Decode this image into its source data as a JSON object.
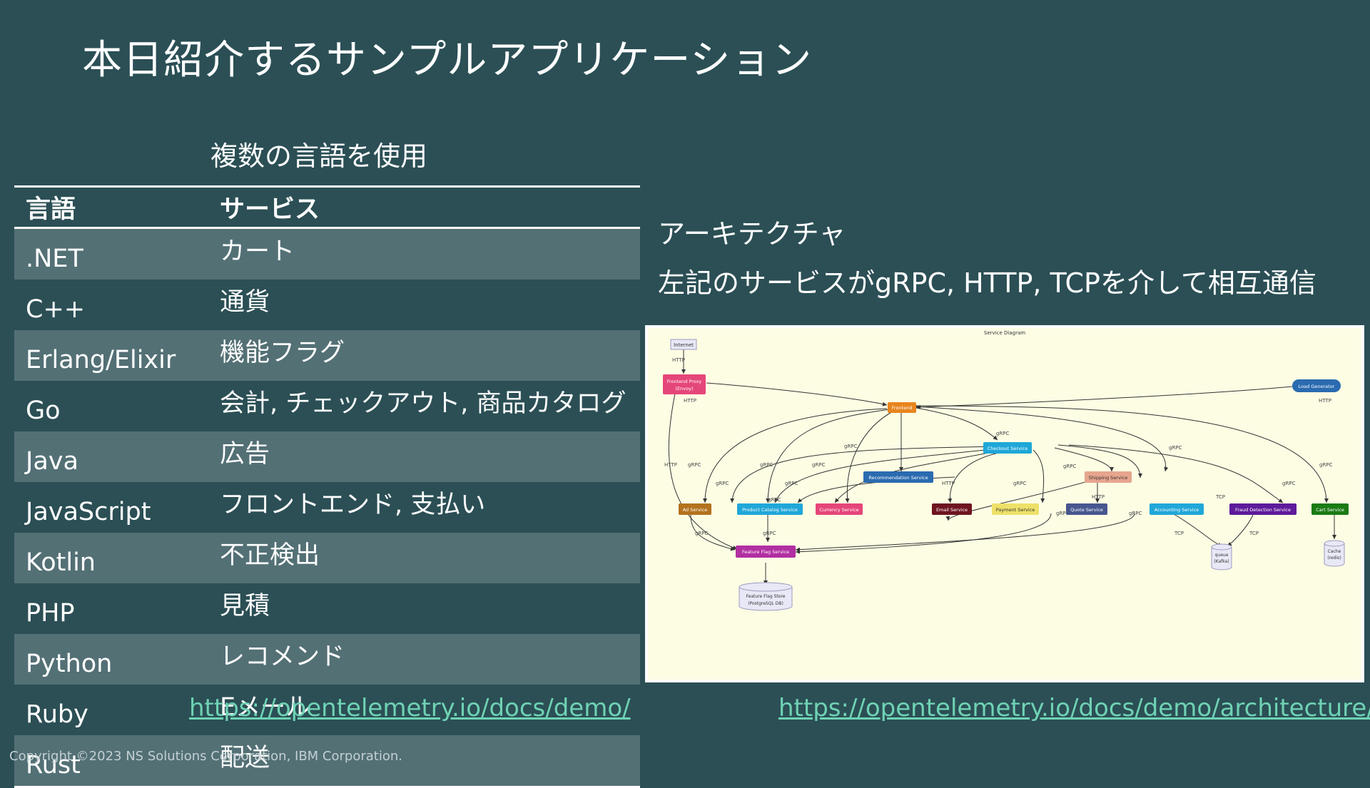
{
  "slide": {
    "title": "本日紹介するサンプルアプリケーション",
    "subtitle": "複数の言語を使用"
  },
  "table": {
    "headers": {
      "language": "言語",
      "service": "サービス"
    },
    "rows": [
      {
        "language": ".NET",
        "service": "カート"
      },
      {
        "language": "C++",
        "service": "通貨"
      },
      {
        "language": "Erlang/Elixir",
        "service": "機能フラグ"
      },
      {
        "language": "Go",
        "service": "会計, チェックアウト, 商品カタログ"
      },
      {
        "language": "Java",
        "service": "広告"
      },
      {
        "language": "JavaScript",
        "service": "フロントエンド, 支払い"
      },
      {
        "language": "Kotlin",
        "service": "不正検出"
      },
      {
        "language": "PHP",
        "service": "見積"
      },
      {
        "language": "Python",
        "service": "レコメンド"
      },
      {
        "language": "Ruby",
        "service": "Eメール"
      },
      {
        "language": "Rust",
        "service": "配送"
      }
    ]
  },
  "architecture": {
    "heading": "アーキテクチャ",
    "description": "左記のサービスがgRPC, HTTP, TCPを介して相互通信"
  },
  "diagram": {
    "title": "Service Diagram",
    "nodes": {
      "internet": "Internet",
      "proxy_l1": "Frontend Proxy",
      "proxy_l2": "(Envoy)",
      "loadgen": "Load Generator",
      "frontend": "Frontend",
      "checkout": "Checkout Service",
      "recommendation": "Recommendation Service",
      "shipping": "Shipping Service",
      "ad": "Ad Service",
      "catalog": "Product Catalog Service",
      "currency": "Currency Service",
      "email": "Email Service",
      "payment": "Payment Service",
      "quote": "Quote Service",
      "accounting": "Accounting Service",
      "fraud": "Fraud Detection Service",
      "cart": "Cart Service",
      "featureflag": "Feature Flag Service",
      "queue_l1": "queue",
      "queue_l2": "(Kafka)",
      "cache_l1": "Cache",
      "cache_l2": "(redis)",
      "ffstore_l1": "Feature Flag Store",
      "ffstore_l2": "(PostgreSQL DB)"
    },
    "edge_labels": {
      "http": "HTTP",
      "grpc": "gRPC",
      "tcp": "TCP"
    },
    "colors": {
      "background": "#fdfde4",
      "proxy": "#e5467a",
      "loadgen": "#2a6bb0",
      "frontend": "#e8851e",
      "checkout": "#1fa7d8",
      "recommendation": "#2a6bb0",
      "shipping": "#e6a58e",
      "ad": "#b3721e",
      "catalog": "#1fa7d8",
      "currency": "#e5467a",
      "email": "#6e1420",
      "payment": "#eee16a",
      "quote": "#47568f",
      "accounting": "#1fa7d8",
      "fraud": "#5d1a9a",
      "cart": "#1a7b14",
      "featureflag": "#b22fa2"
    }
  },
  "links": {
    "demo": "https://opentelemetry.io/docs/demo/",
    "architecture": "https://opentelemetry.io/docs/demo/architecture/"
  },
  "footer": {
    "copyright": "Copyright ©2023 NS Solutions Corporation, IBM Corporation."
  }
}
